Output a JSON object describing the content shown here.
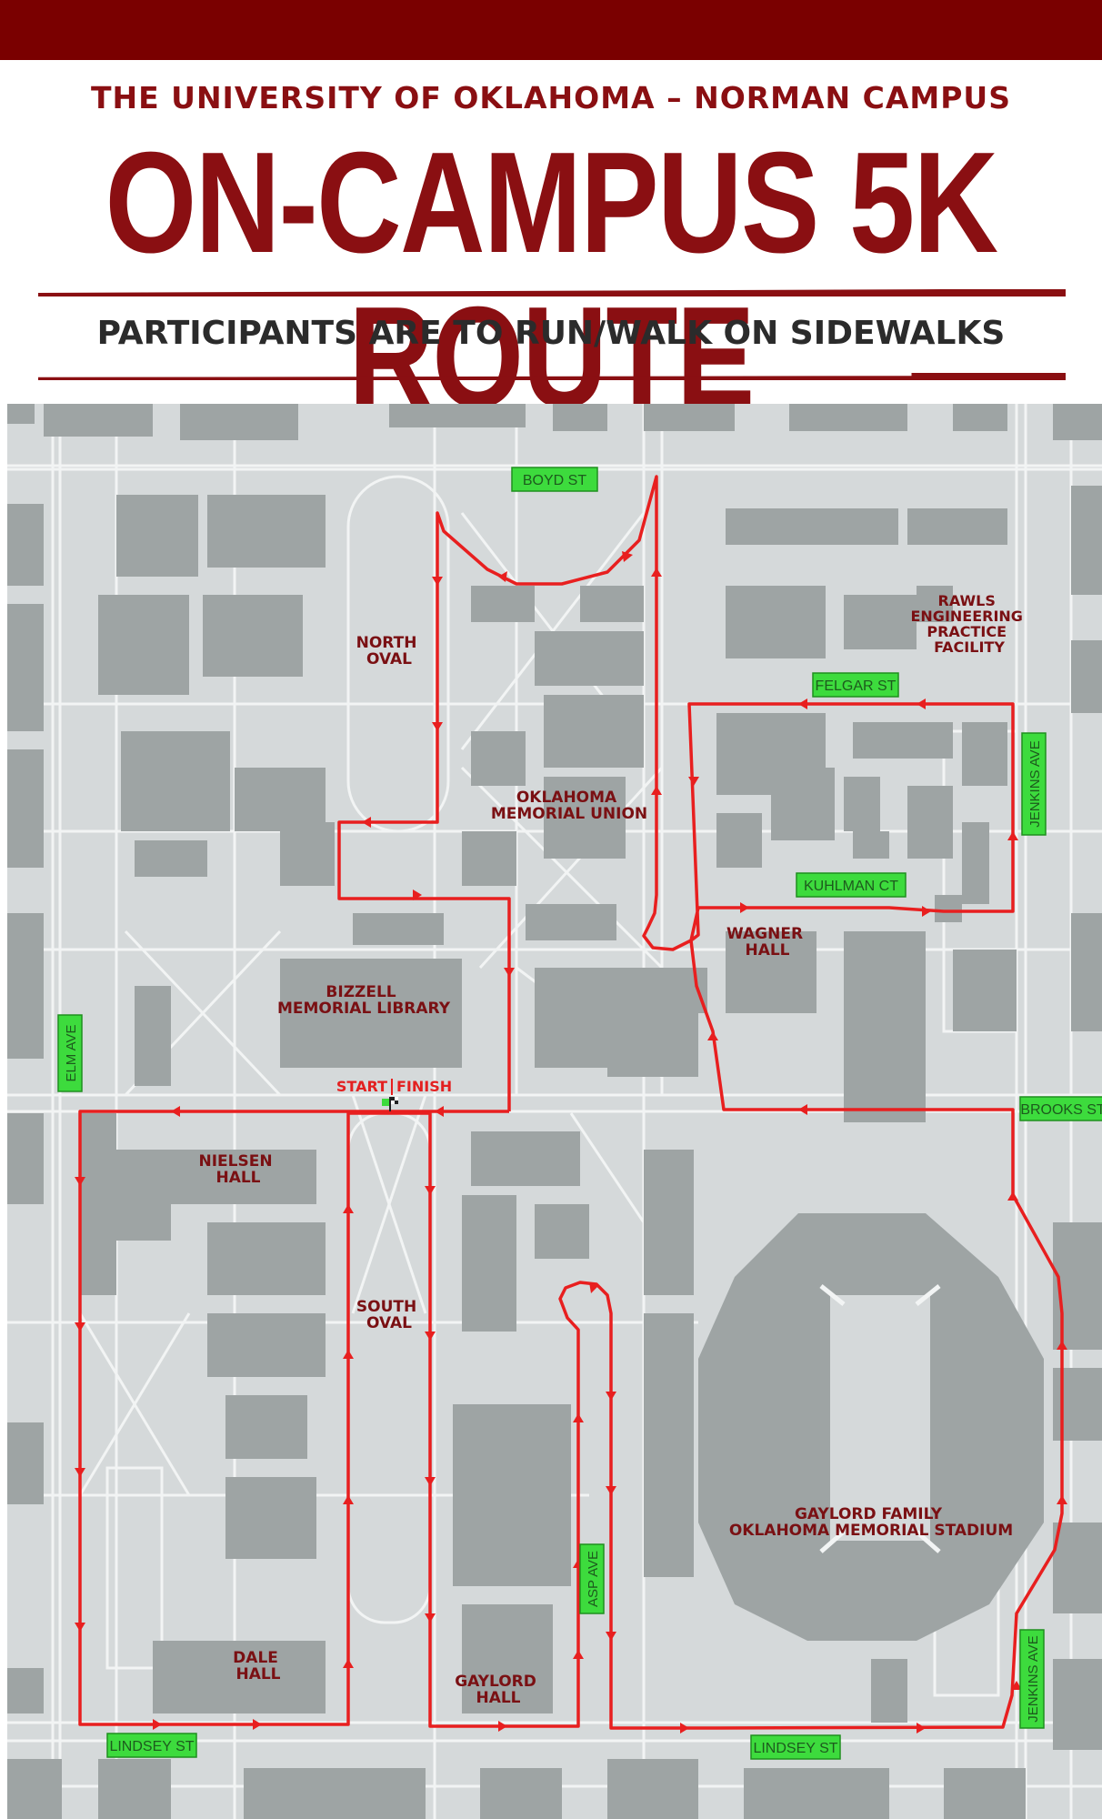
{
  "header": {
    "subtitle": "THE UNIVERSITY OF OKLAHOMA – NORMAN CAMPUS",
    "title": "ON-CAMPUS 5K ROUTE",
    "notice": "PARTICIPANTS ARE TO RUN/WALK ON SIDEWALKS"
  },
  "map": {
    "colors": {
      "background": "#d5d9da",
      "building": "#9ea4a4",
      "route": "#e81f1f",
      "street_sign": "#3ddb3d",
      "label": "#7a1013",
      "header": "#8a0f12"
    },
    "streets": {
      "boyd": "BOYD ST",
      "felgar": "FELGAR ST",
      "jenkins_north": "JENKINS AVE",
      "kuhlman": "KUHLMAN CT",
      "elm": "ELM AVE",
      "brooks": "BROOKS ST",
      "asp": "ASP AVE",
      "lindsey_west": "LINDSEY ST",
      "lindsey_east": "LINDSEY ST",
      "jenkins_south": "JENKINS AVE"
    },
    "landmarks": {
      "north_oval": [
        "NORTH",
        "OVAL"
      ],
      "rawls": [
        "RAWLS",
        "ENGINEERING",
        "PRACTICE",
        "FACILITY"
      ],
      "union": [
        "OKLAHOMA",
        "MEMORIAL UNION"
      ],
      "wagner": [
        "WAGNER",
        "HALL"
      ],
      "bizzell": [
        "BIZZELL",
        "MEMORIAL LIBRARY"
      ],
      "nielsen": [
        "NIELSEN",
        "HALL"
      ],
      "south_oval": [
        "SOUTH",
        "OVAL"
      ],
      "stadium": [
        "GAYLORD FAMILY",
        "OKLAHOMA MEMORIAL STADIUM"
      ],
      "dale": [
        "DALE",
        "HALL"
      ],
      "gaylord": [
        "GAYLORD",
        "HALL"
      ]
    },
    "start_finish": {
      "start": "START",
      "finish": "FINISH"
    }
  }
}
